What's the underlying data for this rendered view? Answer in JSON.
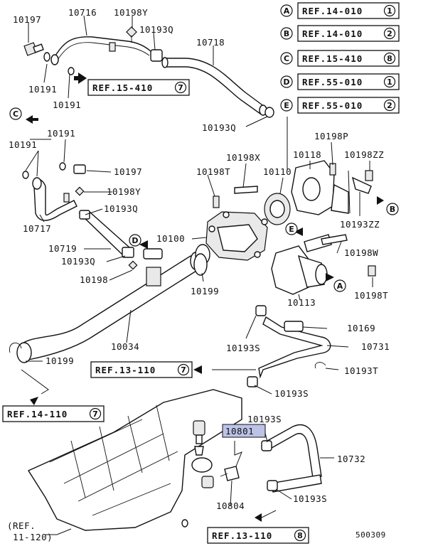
{
  "diagram": {
    "figure_code": "500309",
    "highlighted_part": "10801",
    "part_labels": {
      "p10197_top": "10197",
      "p10716": "10716",
      "p10198Y_top": "10198Y",
      "p10193Q_top": "10193Q",
      "p10718": "10718",
      "p10191_a": "10191",
      "p10191_b": "10191",
      "p10193Q_mid": "10193Q",
      "p10191_c": "10191",
      "p10191_d": "10191",
      "p10197_mid": "10197",
      "p10198Y_mid": "10198Y",
      "p10193Q_left": "10193Q",
      "p10717": "10717",
      "p10719": "10719",
      "p10193Q_low": "10193Q",
      "p10198": "10198",
      "p10198X": "10198X",
      "p10198T_a": "10198T",
      "p10110": "10110",
      "p10118": "10118",
      "p10198P": "10198P",
      "p10198ZZ": "10198ZZ",
      "p10193ZZ": "10193ZZ",
      "p10100": "10100",
      "p10198W": "10198W",
      "p10198T_b": "10198T",
      "p10199_a": "10199",
      "p10113": "10113",
      "p10034": "10034",
      "p10169": "10169",
      "p10193S_a": "10193S",
      "p10731": "10731",
      "p10199_b": "10199",
      "p10193T": "10193T",
      "p10193S_b": "10193S",
      "p10193S_c": "10193S",
      "p10801": "10801",
      "p10732": "10732",
      "p10804": "10804",
      "p10193S_d": "10193S"
    },
    "ref_labels": {
      "legend_a": "REF.14-010",
      "legend_b": "REF.14-010",
      "legend_c": "REF.15-410",
      "legend_d": "REF.55-010",
      "legend_e": "REF.55-010",
      "ref_15410": "REF.15-410",
      "ref_13110_a": "REF.13-110",
      "ref_14110": "REF.14-110",
      "ref_13110_b": "REF.13-110",
      "ref_11120_a": "(REF.",
      "ref_11120_b": "11-120)"
    },
    "ref_numbers": {
      "legend_a": "1",
      "legend_b": "2",
      "legend_c": "8",
      "legend_d": "1",
      "legend_e": "2",
      "ref_15410": "7",
      "ref_13110_a": "7",
      "ref_14110": "7",
      "ref_13110_b": "8"
    },
    "callout_letters": {
      "legend_a": "A",
      "legend_b": "B",
      "legend_c": "C",
      "legend_d": "D",
      "legend_e": "E",
      "c_left": "C",
      "d_mid": "D",
      "e_mid": "E",
      "a_mid": "A",
      "b_right": "B"
    }
  }
}
